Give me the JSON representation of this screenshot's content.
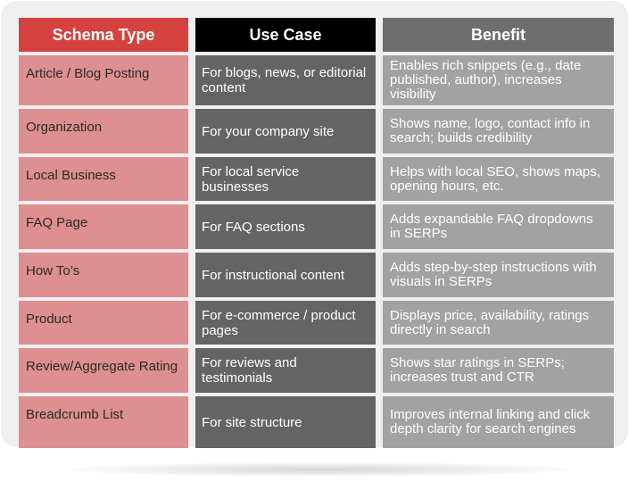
{
  "headers": {
    "schema_type": "Schema Type",
    "use_case": "Use Case",
    "benefit": "Benefit"
  },
  "colors": {
    "header_schema": "#d5423f",
    "header_use_case": "#000000",
    "header_benefit": "#6e6e6e",
    "schema_cell": "#de8f8f",
    "use_case_cell": "#646464",
    "benefit_cell": "#a2a2a2"
  },
  "rows": [
    {
      "schema": "Article / Blog Posting",
      "use_case": "For blogs, news, or editorial content",
      "benefit": "Enables rich snippets (e.g., date published, author), increases visibility"
    },
    {
      "schema": "Organization",
      "use_case": "For your company site",
      "benefit": "Shows name, logo, contact info in search; builds credibility"
    },
    {
      "schema": "Local Business",
      "use_case": "For local service businesses",
      "benefit": "Helps with local SEO, shows maps, opening hours, etc."
    },
    {
      "schema": "FAQ Page",
      "use_case": "For FAQ sections",
      "benefit": "Adds expandable FAQ dropdowns in SERPs"
    },
    {
      "schema": "How To’s",
      "use_case": "For instructional content",
      "benefit": "Adds step-by-step instructions with visuals in SERPs"
    },
    {
      "schema": "Product",
      "use_case": "For e-commerce / product pages",
      "benefit": "Displays price, availability, ratings directly in search"
    },
    {
      "schema": "Review/Aggregate Rating",
      "use_case": "For reviews and testimonials",
      "benefit": "Shows star ratings in SERPs; increases trust and CTR"
    },
    {
      "schema": "Breadcrumb List",
      "use_case": "For site structure",
      "benefit": "Improves internal linking and click depth clarity for search engines"
    }
  ]
}
